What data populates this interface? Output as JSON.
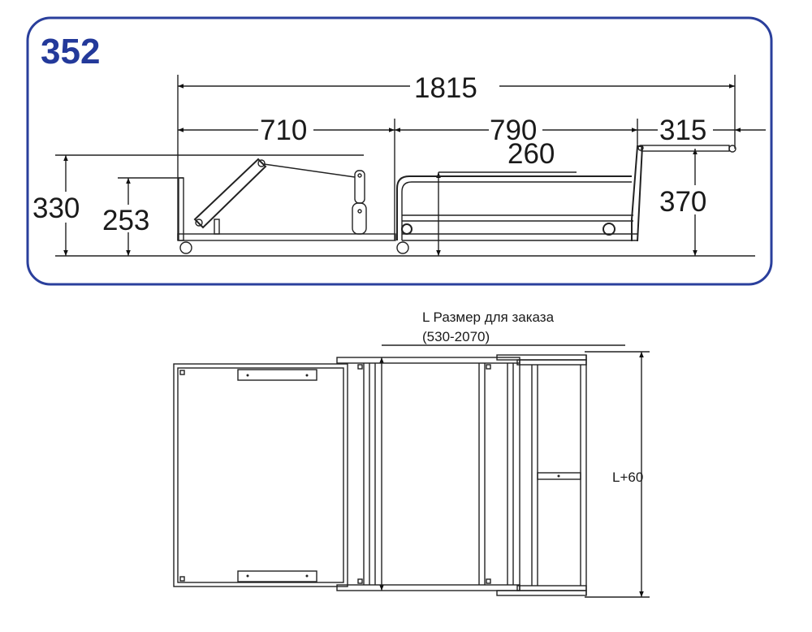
{
  "model_number": "352",
  "colors": {
    "frame_border": "#2a3f9c",
    "model_text": "#23399a",
    "line": "#222222"
  },
  "side_view": {
    "dimensions": {
      "total_length": "1815",
      "seat_section": "710",
      "middle_section": "790",
      "end_section": "315",
      "middle_height": "260",
      "back_height": "330",
      "seat_height": "253",
      "end_height": "370"
    }
  },
  "top_view": {
    "order_size_label": "L  Размер для заказа",
    "order_size_range": "(530-2070)",
    "width_label": "L+60"
  }
}
